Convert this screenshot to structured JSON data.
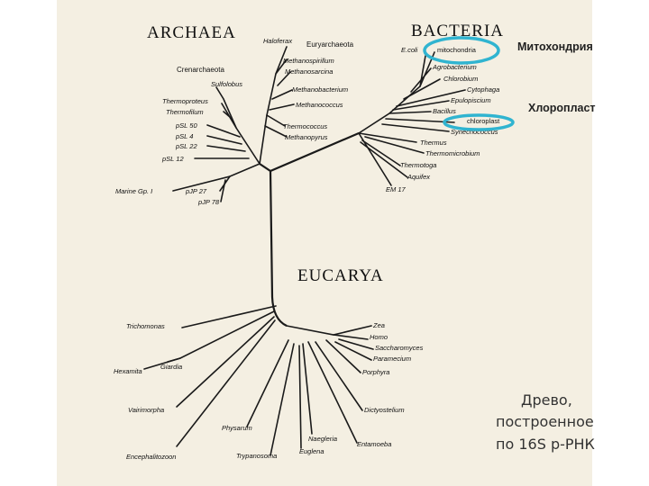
{
  "domains": {
    "archaea": "ARCHAEA",
    "bacteria": "BACTERIA",
    "eucarya": "EUCARYA"
  },
  "groups": {
    "euryarchaeota": "Euryarchaeota",
    "crenarchaeota": "Crenarchaeota"
  },
  "archaea_leaves": [
    "Haloferax",
    "Methanospirillum",
    "Methanosarcina",
    "Methanobacterium",
    "Methanococcus",
    "Thermococcus",
    "Methanopyrus",
    "Sulfolobus",
    "Thermoproteus",
    "Thermofilum",
    "pSL 50",
    "pSL 4",
    "pSL 22",
    "pSL 12",
    "Marine Gp. I",
    "pJP 27",
    "pJP 78"
  ],
  "bacteria_leaves": [
    "E.coli",
    "mitochondria",
    "Agrobacterium",
    "Chlorobium",
    "Cytophaga",
    "Epulopiscium",
    "Bacillus",
    "chloroplast",
    "Synechococcus",
    "Thermus",
    "Thermomicrobium",
    "Thermotoga",
    "Aquifex",
    "EM 17"
  ],
  "eucarya_leaves": [
    "Zea",
    "Homo",
    "Saccharomyces",
    "Paramecium",
    "Porphyra",
    "Dictyostelium",
    "Entamoeba",
    "Naegleria",
    "Euglena",
    "Trypanosoma",
    "Physarum",
    "Trichomonas",
    "Hexamita",
    "Giardia",
    "Vairimorpha",
    "Encephalitozoon"
  ],
  "annotations": {
    "mitochondria": "Митохондрия",
    "chloroplast": "Хлоропласт"
  },
  "caption": [
    "Древо,",
    "построенное",
    "по 16S р-РНК"
  ],
  "colors": {
    "highlight": "#30b4d0",
    "paper": "#f4efe2"
  }
}
